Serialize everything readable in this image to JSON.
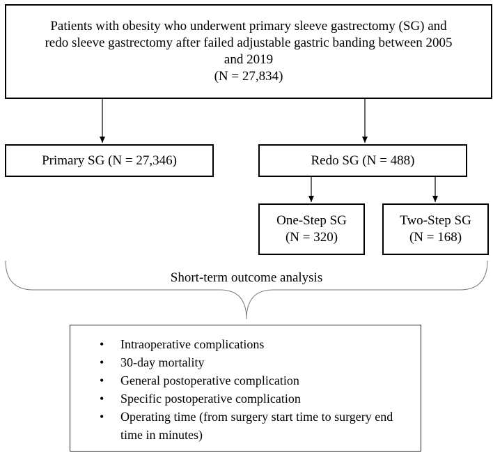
{
  "flowchart": {
    "top_box": {
      "line1": "Patients with obesity who underwent primary sleeve gastrectomy (SG) and",
      "line2": "redo sleeve gastrectomy after failed adjustable gastric banding between 2005",
      "line3": "and 2019",
      "line4": "(N = 27,834)"
    },
    "primary_box": {
      "label": "Primary SG (N = 27,346)"
    },
    "redo_box": {
      "label": "Redo SG (N = 488)"
    },
    "one_step_box": {
      "line1": "One-Step SG",
      "line2": "(N = 320)"
    },
    "two_step_box": {
      "line1": "Two-Step SG",
      "line2": "(N = 168)"
    },
    "analysis_label": "Short-term outcome analysis",
    "outcomes": {
      "bullet": "•",
      "items": [
        "Intraoperative complications",
        "30-day mortality",
        "General postoperative complication",
        "Specific postoperative complication",
        "Operating time (from surgery start time to surgery end time in minutes)"
      ]
    }
  }
}
